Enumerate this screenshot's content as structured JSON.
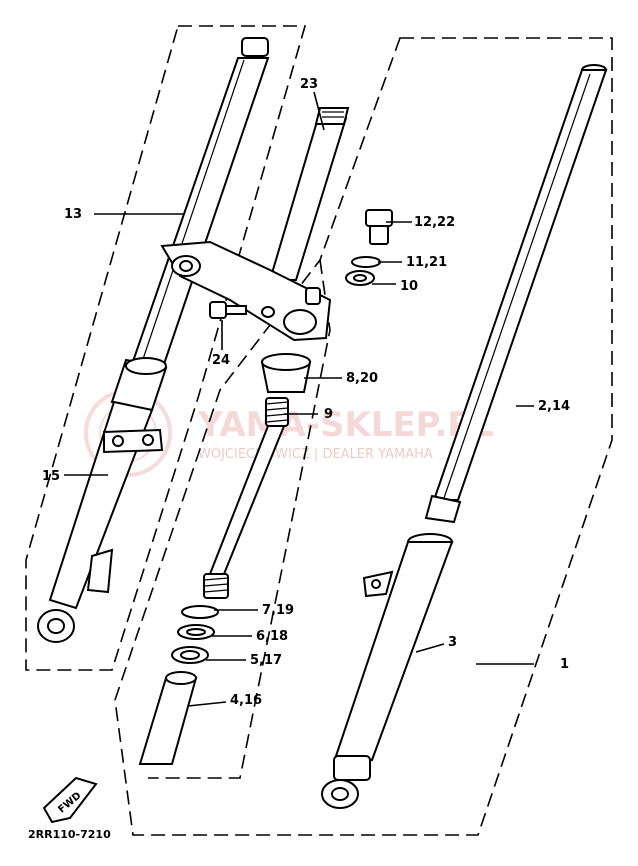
{
  "watermark": {
    "main": "YAMA-SKLEP.PL",
    "sub": "WÓJCIECHOWICZ | DEALER YAMAHA"
  },
  "labels": {
    "l1": "1",
    "l2_14": "2,14",
    "l3": "3",
    "l4_16": "4,16",
    "l5_17": "5,17",
    "l6_18": "6,18",
    "l7_19": "7,19",
    "l8_20": "8,20",
    "l9": "9",
    "l10": "10",
    "l11_21": "11,21",
    "l12_22": "12,22",
    "l13": "13",
    "l15": "15",
    "l23": "23",
    "l24": "24"
  },
  "fwd_badge": "FWD",
  "diagram_code": "2RR110-7210",
  "colors": {
    "ink": "#000000",
    "watermark": "#e9a9a9"
  }
}
